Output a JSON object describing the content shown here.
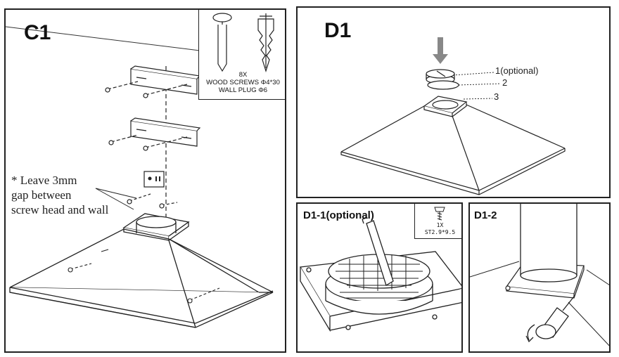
{
  "panels": {
    "c1": {
      "title": "C1",
      "note": [
        "* Leave 3mm",
        "gap between",
        "screw head  and wall"
      ],
      "parts": {
        "count": "8X",
        "screws": "WOOD SCREWS Φ4*30",
        "plug": "WALL PLUG Φ6"
      }
    },
    "d1": {
      "title": "D1",
      "callouts": [
        "1(optional)",
        "2",
        "3"
      ]
    },
    "d1_1": {
      "title": "D1-1(optional)",
      "parts_count": "1X",
      "parts_spec": "ST2.9*9.5"
    },
    "d1_2": {
      "title": "D1-2"
    }
  },
  "icons": [
    "wood-screw-icon",
    "wall-plug-icon",
    "socket-icon",
    "down-arrow-icon",
    "screwdriver-icon",
    "rotate-arrow-icon",
    "small-screw-icon"
  ]
}
